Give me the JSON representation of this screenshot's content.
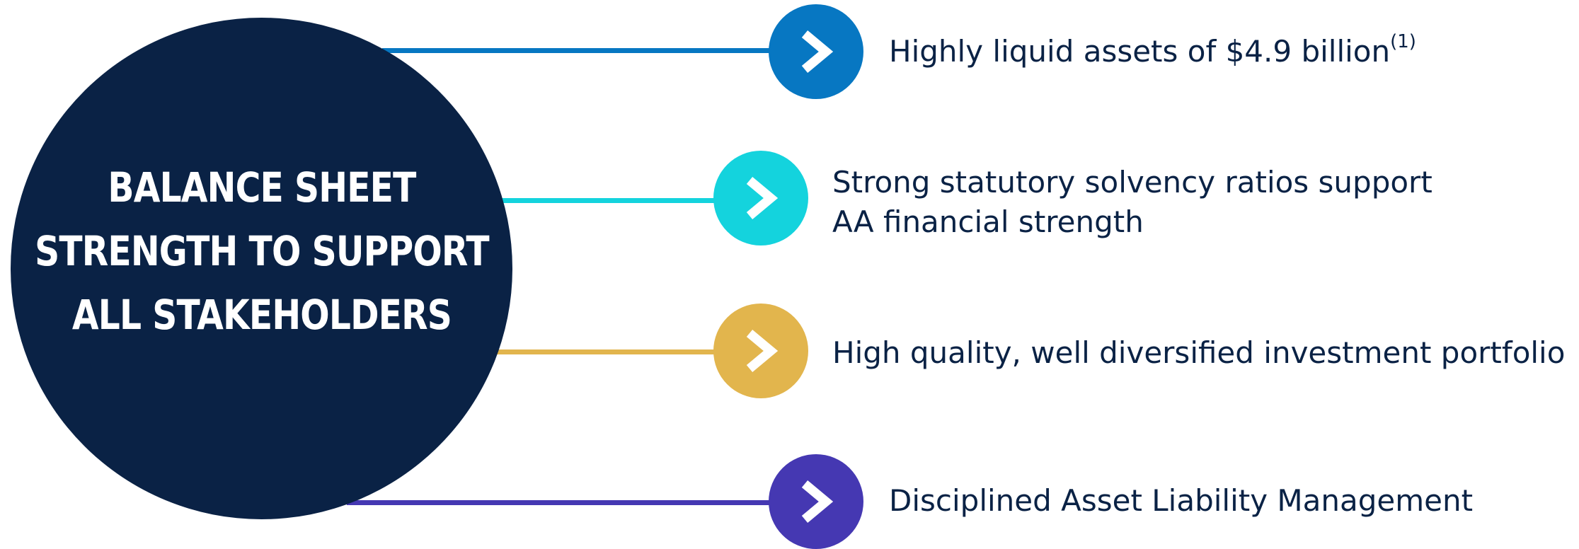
{
  "hub": {
    "title_lines": [
      "BALANCE SHEET",
      "STRENGTH TO SUPPORT",
      "ALL STAKEHOLDERS"
    ],
    "color": "#0a2245"
  },
  "items": [
    {
      "text": "Highly liquid assets of $4.9 billion",
      "footnote": "(1)",
      "color": "#0777c2",
      "icon": "chevron-right-icon"
    },
    {
      "text_lines": [
        "Strong statutory solvency ratios support",
        "AA financial strength"
      ],
      "color": "#14d3dd",
      "icon": "chevron-right-icon"
    },
    {
      "text": "High quality, well diversified investment portfolio",
      "color": "#e2b54d",
      "icon": "chevron-right-icon"
    },
    {
      "text": "Disciplined Asset Liability Management",
      "color": "#4538b2",
      "icon": "chevron-right-icon"
    }
  ]
}
